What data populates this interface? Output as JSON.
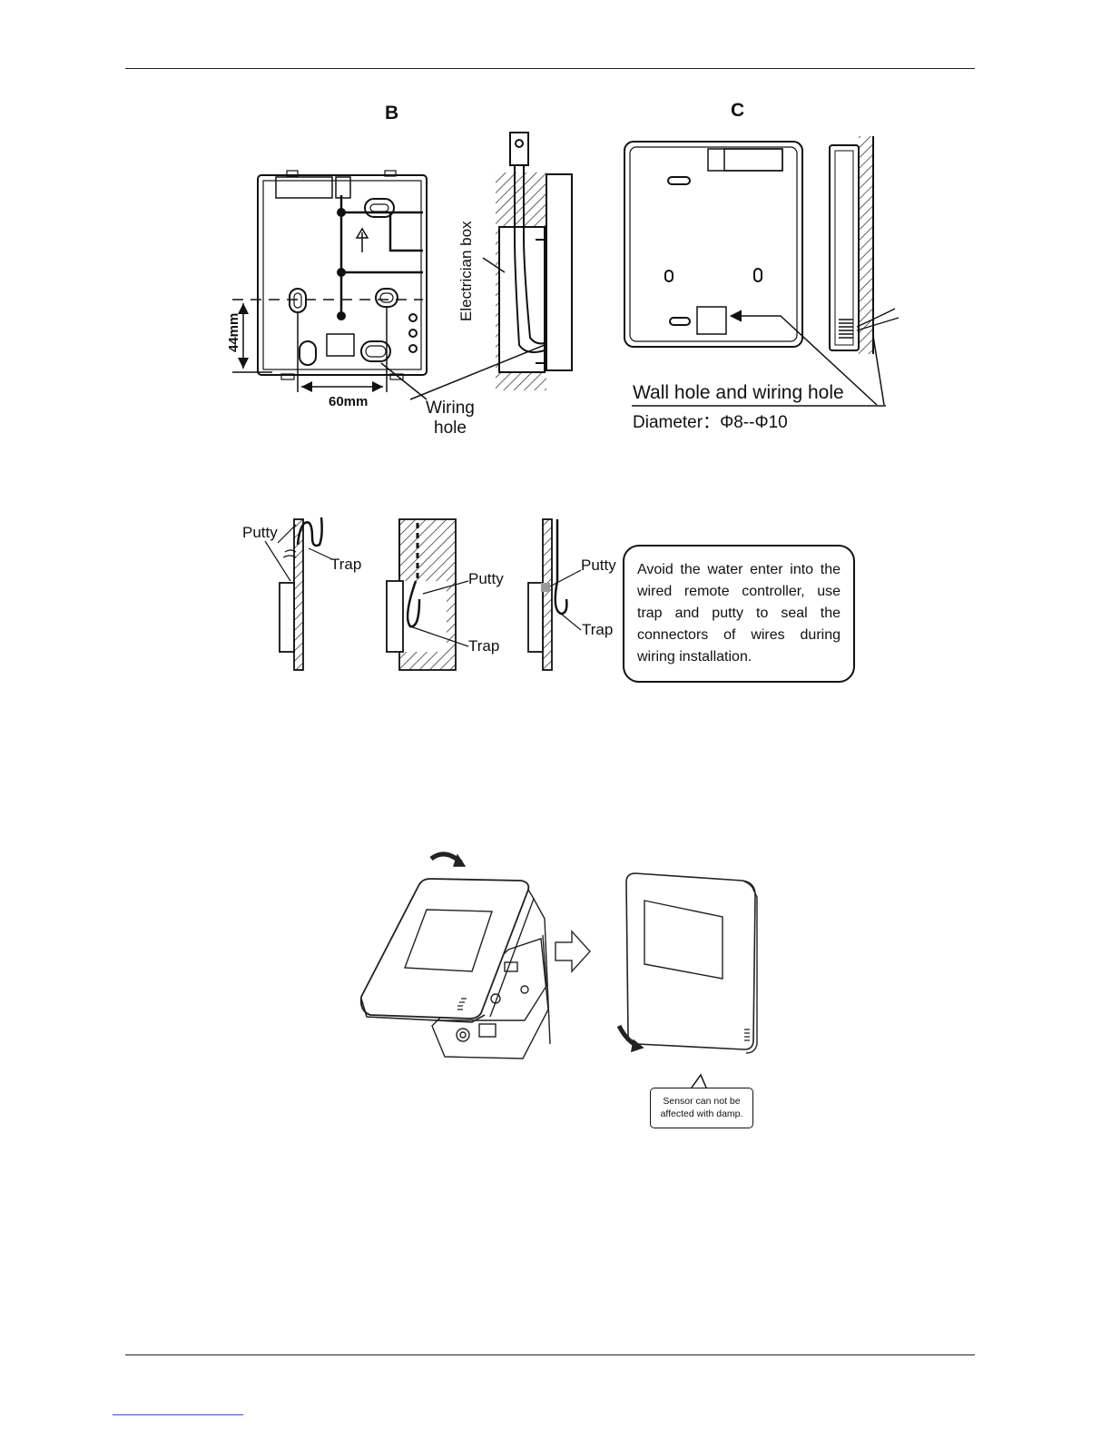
{
  "figure_b": {
    "title": "B",
    "dim_vertical": "44mm",
    "dim_horizontal": "60mm",
    "electrician_box": "Electrician box",
    "wiring_hole_1": "Wiring",
    "wiring_hole_2": "hole"
  },
  "figure_c": {
    "title": "C",
    "wall_hole": "Wall hole and wiring hole",
    "diameter": "Diameter：Φ8--Φ10"
  },
  "trap_figures": {
    "putty_1": "Putty",
    "trap_1": "Trap",
    "putty_2": "Putty",
    "trap_2": "Trap",
    "putty_3": "Putty",
    "trap_3": "Trap"
  },
  "note_text": "Avoid the water enter into the wired remote controller, use trap and putty to seal the connectors of wires during wiring installation.",
  "sensor_note_1": "Sensor can not be",
  "sensor_note_2": "affected with damp."
}
